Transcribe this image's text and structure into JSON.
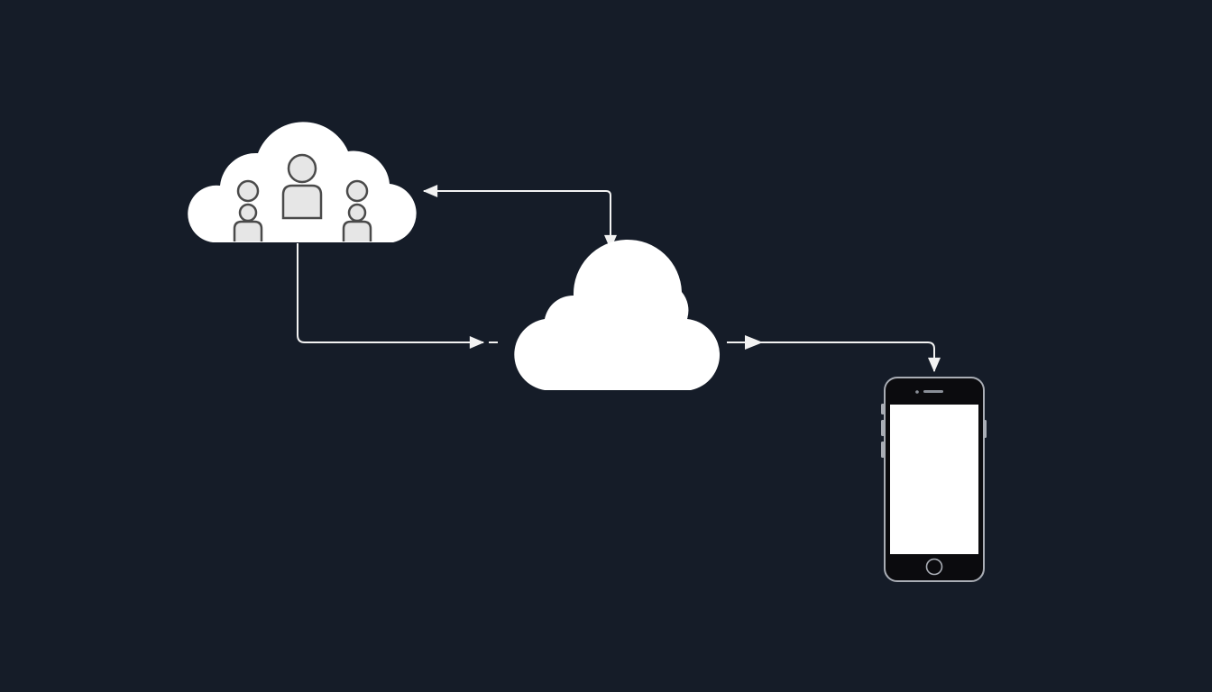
{
  "diagram": {
    "nodes": [
      {
        "id": "users-cloud",
        "kind": "cloud-with-people",
        "icon": "users-cloud-icon"
      },
      {
        "id": "central-cloud",
        "kind": "cloud",
        "icon": "cloud-icon"
      },
      {
        "id": "mobile-device",
        "kind": "smartphone",
        "icon": "smartphone-icon"
      }
    ],
    "edges": [
      {
        "from": "central-cloud",
        "to": "users-cloud",
        "direction": "bidirectional"
      },
      {
        "from": "users-cloud",
        "to": "central-cloud",
        "direction": "forward"
      },
      {
        "from": "central-cloud",
        "to": "mobile-device",
        "direction": "forward"
      }
    ],
    "colors": {
      "background": "#151c28",
      "node_fill": "#ffffff",
      "person_fill": "#e6e6e6",
      "person_stroke": "#4a4a4a",
      "line": "#f2f2f2",
      "device_body": "#0b0b0e",
      "device_screen": "#ffffff",
      "device_bezel": "#a9adb5"
    }
  }
}
